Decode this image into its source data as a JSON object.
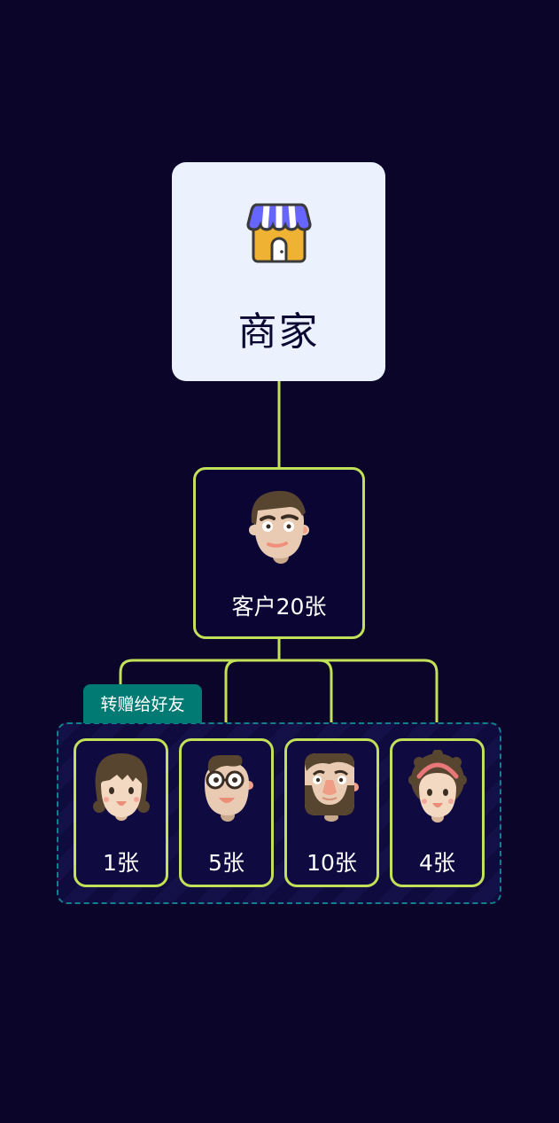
{
  "merchant": {
    "title": "商家",
    "icon": "shop-icon"
  },
  "customer": {
    "label": "客户20张",
    "icon": "man-avatar-icon"
  },
  "gift_tag": {
    "label": "转赠给好友"
  },
  "friends": [
    {
      "label": "1张",
      "icon": "girl-braids-avatar-icon"
    },
    {
      "label": "5张",
      "icon": "man-glasses-avatar-icon"
    },
    {
      "label": "10张",
      "icon": "bearded-man-avatar-icon"
    },
    {
      "label": "4张",
      "icon": "curly-woman-avatar-icon"
    }
  ],
  "colors": {
    "background": "#0a0529",
    "connector": "#c2e058",
    "merchant_card": "#ebf2fe",
    "tag": "#007a73",
    "group_border": "#12808a"
  }
}
